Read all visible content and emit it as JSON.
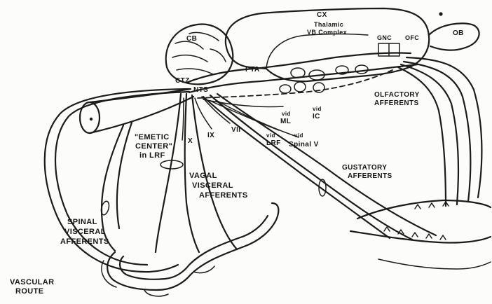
{
  "diagram": {
    "labels": {
      "cx": "CX",
      "cb": "CB",
      "ob": "OB",
      "thalamic": "Thalamic",
      "vb_complex": "VB Complex",
      "gnc": "GNC",
      "ofc": "OFC",
      "ctz": "CTZ",
      "nts": "NTS",
      "pta": "PTA",
      "olfactory_line1": "OLFACTORY",
      "olfactory_line2": "AFFERENTS",
      "vid_ml_top": "vid",
      "vid_ml_bottom": "ML",
      "vid_ic_top": "vid",
      "vid_ic_bottom": "IC",
      "vid_lrf_top": "vid",
      "vid_lrf_bottom": "LRF",
      "vid_spinal_top": "vid",
      "vid_spinal_bottom": "Spinal V",
      "emetic_line1": "\"EMETIC",
      "emetic_line2": "CENTER\"",
      "emetic_line3": "in LRF",
      "nerve_x": "X",
      "nerve_ix": "IX",
      "nerve_vii": "VII",
      "gustatory_line1": "GUSTATORY",
      "gustatory_line2": "AFFERENTS",
      "vagal_line1": "VAGAL",
      "vagal_line2": "VISCERAL",
      "vagal_line3": "AFFERENTS",
      "spinal_line1": "SPINAL",
      "spinal_line2": "VISCERAL",
      "spinal_line3": "AFFERENTS",
      "vascular_line1": "VASCULAR",
      "vascular_line2": "ROUTE"
    }
  }
}
